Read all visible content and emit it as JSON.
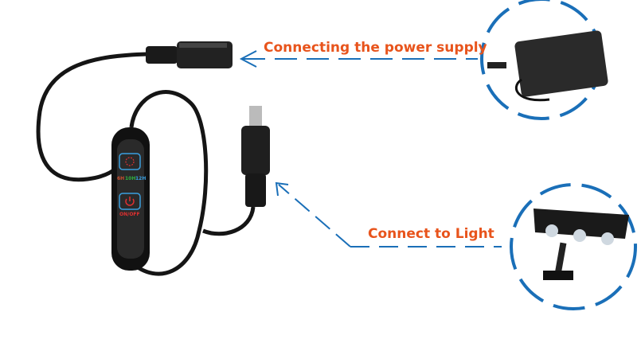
{
  "labels": {
    "power": "Connecting the power supply",
    "light": "Connect to Light"
  },
  "controller": {
    "timer_options": [
      "6H",
      "10H",
      "12H"
    ],
    "power_label": "ON/OFF"
  },
  "colors": {
    "accent": "#e8541c",
    "line": "#1a6fb8"
  }
}
